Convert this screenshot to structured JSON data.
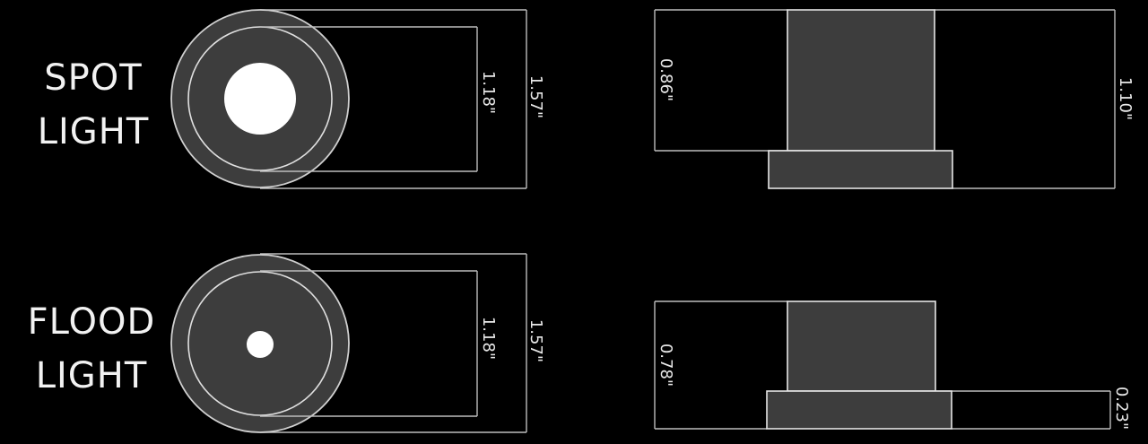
{
  "spot": {
    "title_line1": "SPOT",
    "title_line2": "LIGHT",
    "front_inner_dim": "1.18\"",
    "front_outer_dim": "1.57\"",
    "side_body_dim": "0.86\"",
    "side_total_dim": "1.10\""
  },
  "flood": {
    "title_line1": "FLOOD",
    "title_line2": "LIGHT",
    "front_inner_dim": "1.18\"",
    "front_outer_dim": "1.57\"",
    "side_body_dim": "0.78\"",
    "side_flange_dim": "0.23\""
  },
  "colors": {
    "background": "#000000",
    "body": "#3d3d3d",
    "outline": "#e6e6e6",
    "lens": "#ffffff"
  }
}
